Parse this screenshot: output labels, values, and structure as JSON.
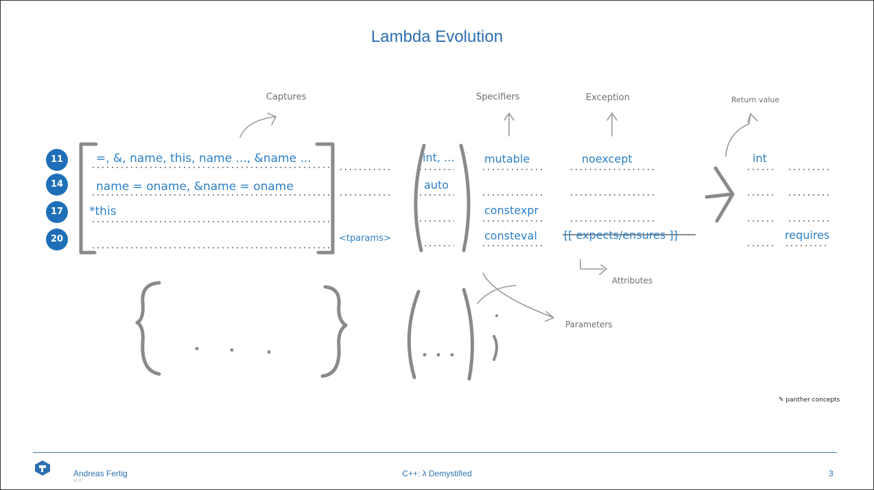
{
  "slide": {
    "title": "Lambda Evolution",
    "footer_author": "Andreas Fertig",
    "footer_version": "v1.0",
    "footer_center": "C++: λ Demystified",
    "page_number": "3",
    "signature": "panther concepts"
  },
  "labels": {
    "captures": "Captures",
    "specifiers": "Specifiers",
    "exception": "Exception",
    "return_value": "Return value",
    "attributes": "Attributes",
    "parameters": "Parameters"
  },
  "versions": [
    "11",
    "14",
    "17",
    "20"
  ],
  "capture_rows": [
    "=, &, name, this, name ..., &name ...",
    "name = oname, &name = oname",
    "*this"
  ],
  "tparams": "<tparams>",
  "params_rows": [
    "int, ...",
    "auto"
  ],
  "specifier_rows": [
    "mutable",
    "",
    "constexpr",
    "consteval"
  ],
  "exception_rows": [
    "noexcept",
    "",
    "",
    "[[ expects/ensures ]]"
  ],
  "return_rows": [
    "int",
    "",
    "",
    ""
  ],
  "requires": "requires",
  "body": {
    "dots": ". . .",
    "param_dots": ". . .",
    "colon": ":",
    "paren": ")"
  },
  "colors": {
    "accent_blue": "#2b7fc6",
    "badge_blue": "#1f6fb8",
    "stroke_gray": "#8a8a8a",
    "title_blue": "#2c6fb0"
  }
}
